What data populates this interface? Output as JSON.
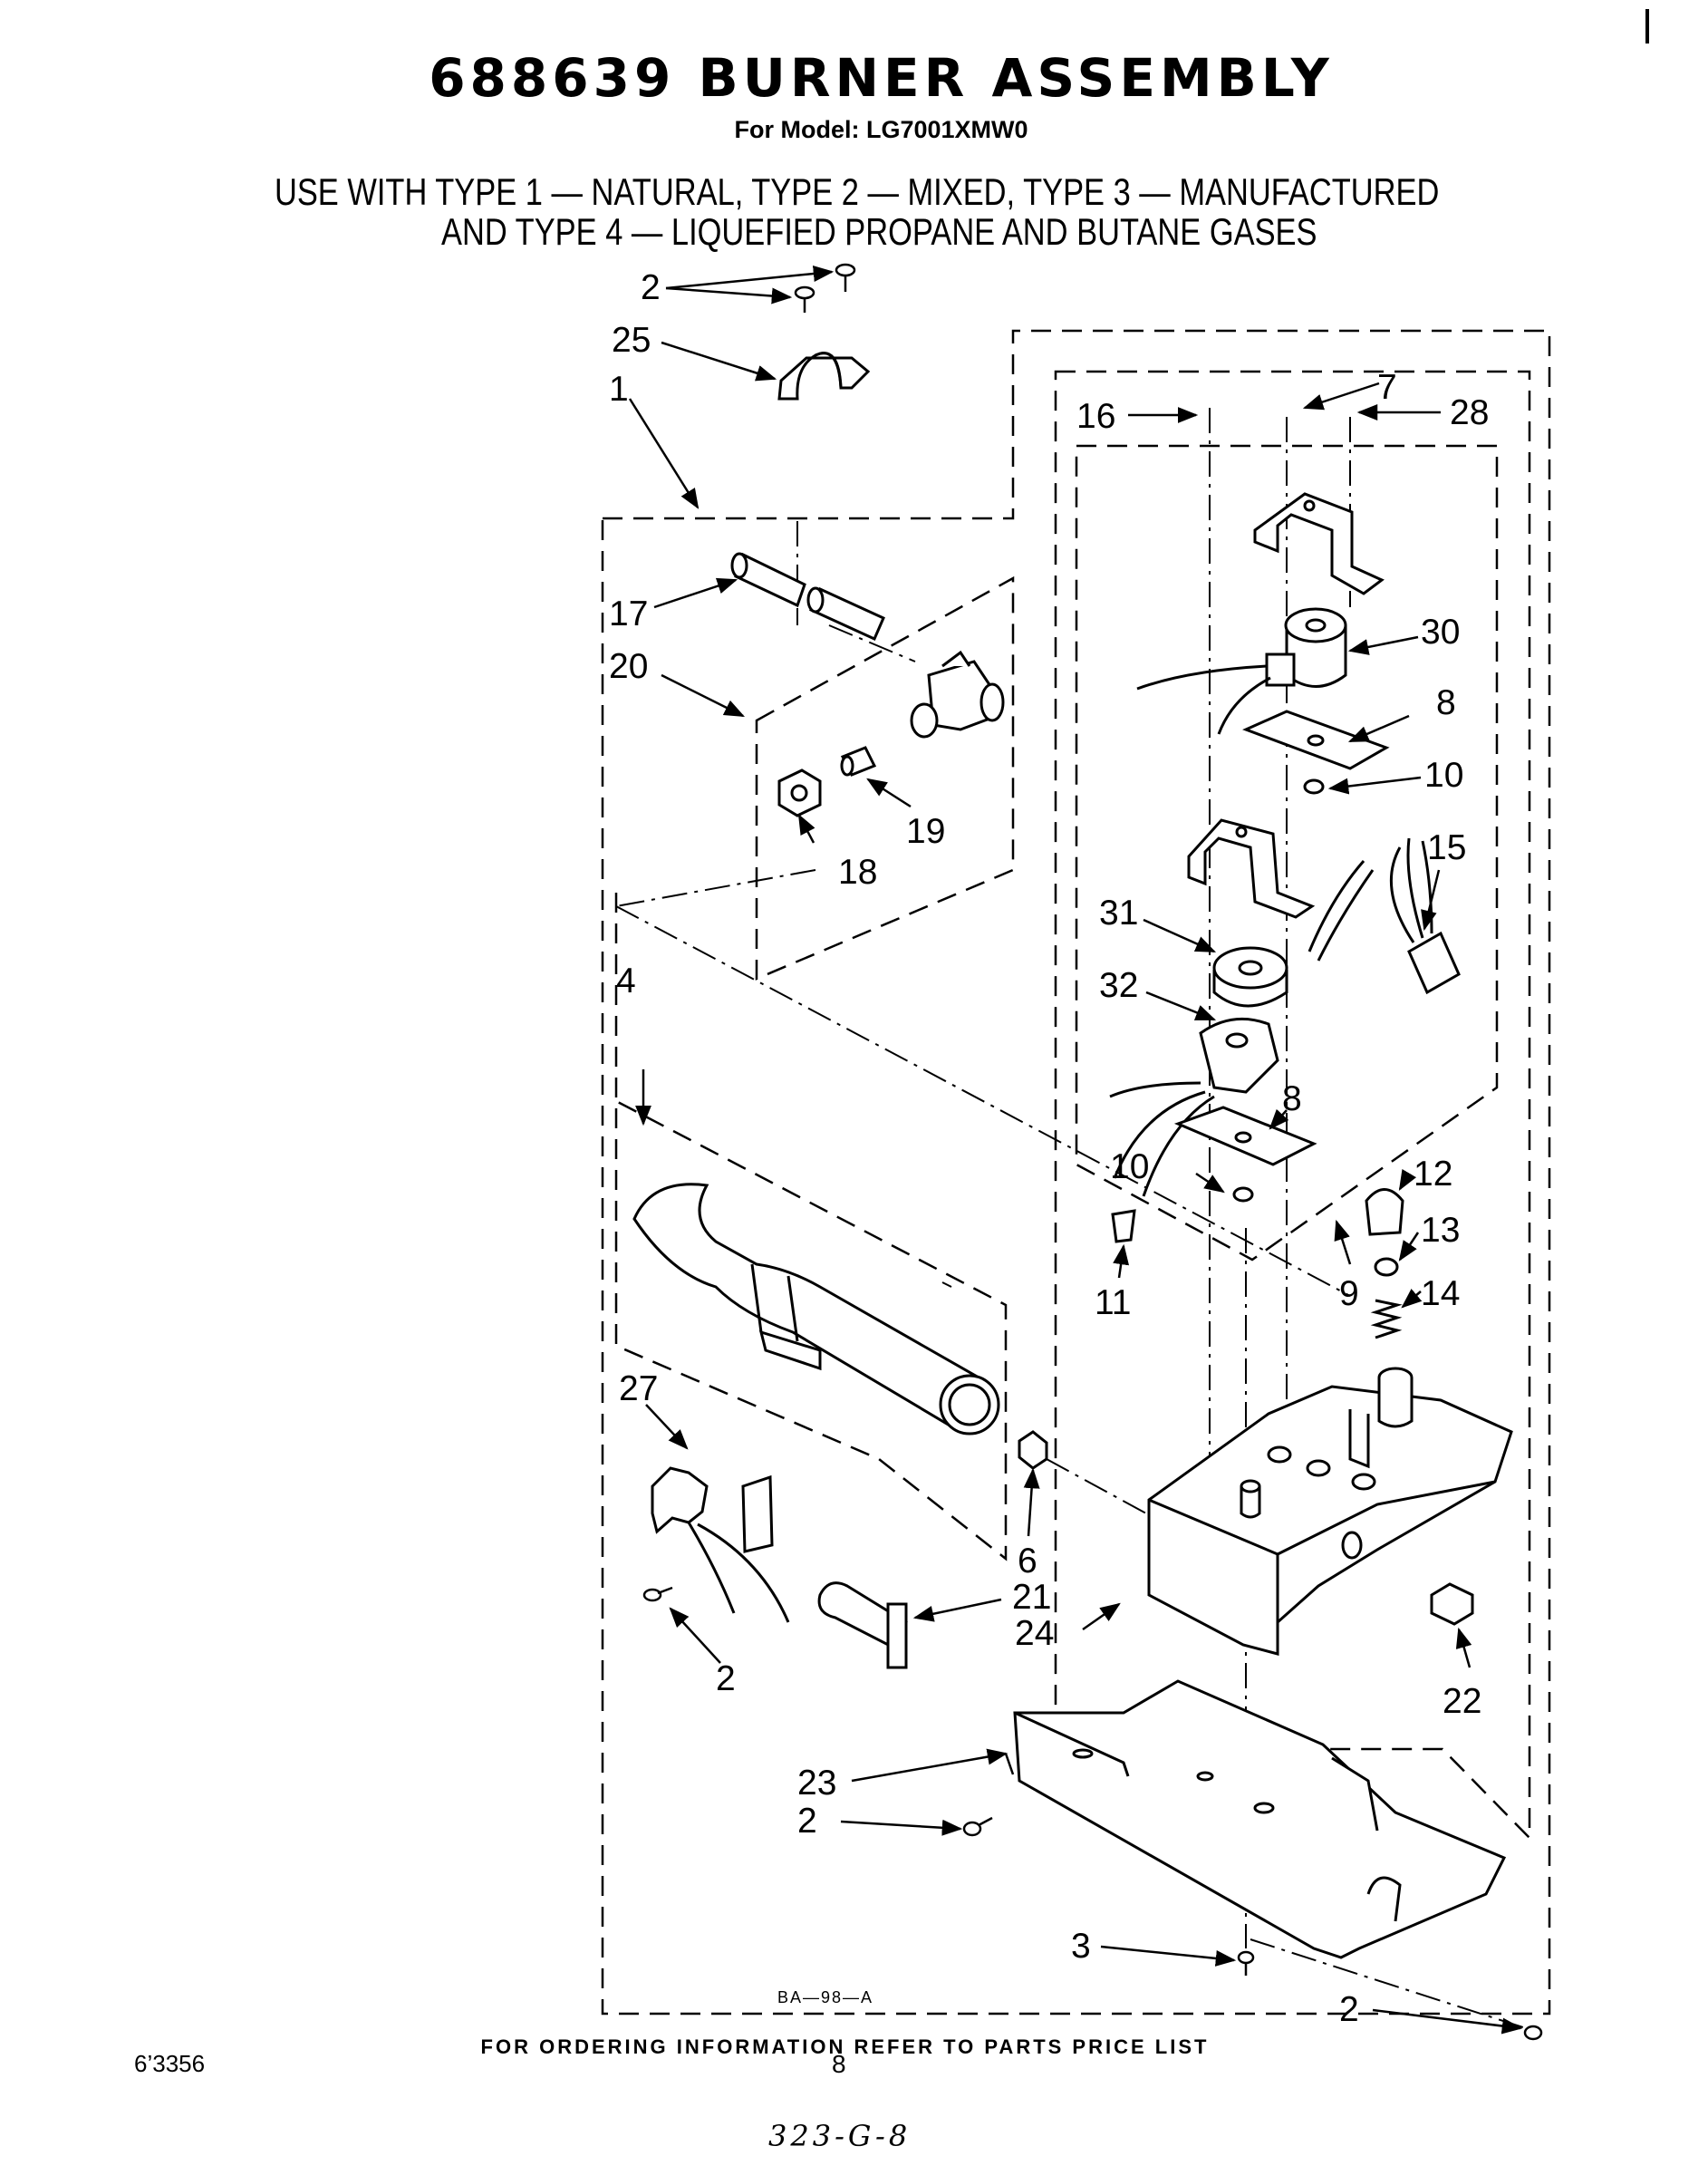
{
  "header": {
    "title": "688639 BURNER ASSEMBLY",
    "model": "For Model: LG7001XMW0",
    "use_line_1": "USE WITH TYPE 1 — NATURAL, TYPE 2 — MIXED, TYPE 3 — MANUFACTURED",
    "use_line_2": "AND TYPE 4 — LIQUEFIED PROPANE AND BUTANE GASES"
  },
  "diagram": {
    "callouts": {
      "c1": "1",
      "c2a": "2",
      "c2b": "2",
      "c2c": "2",
      "c2d": "2",
      "c3": "3",
      "c4": "4",
      "c6": "6",
      "c7": "7",
      "c8a": "8",
      "c8b": "8",
      "c9": "9",
      "c10a": "10",
      "c10b": "10",
      "c11": "11",
      "c12": "12",
      "c13": "13",
      "c14": "14",
      "c15": "15",
      "c16": "16",
      "c17": "17",
      "c18": "18",
      "c19": "19",
      "c20": "20",
      "c21": "21",
      "c22": "22",
      "c23": "23",
      "c24": "24",
      "c25": "25",
      "c27": "27",
      "c28": "28",
      "c30": "30",
      "c31": "31",
      "c32": "32"
    },
    "drawing_code": "BA—98—A"
  },
  "footer": {
    "ordering_note": "FOR ORDERING INFORMATION REFER TO PARTS PRICE LIST",
    "doc_number": "6’3356",
    "page_number": "8",
    "handwritten_note": "323-G-8"
  }
}
